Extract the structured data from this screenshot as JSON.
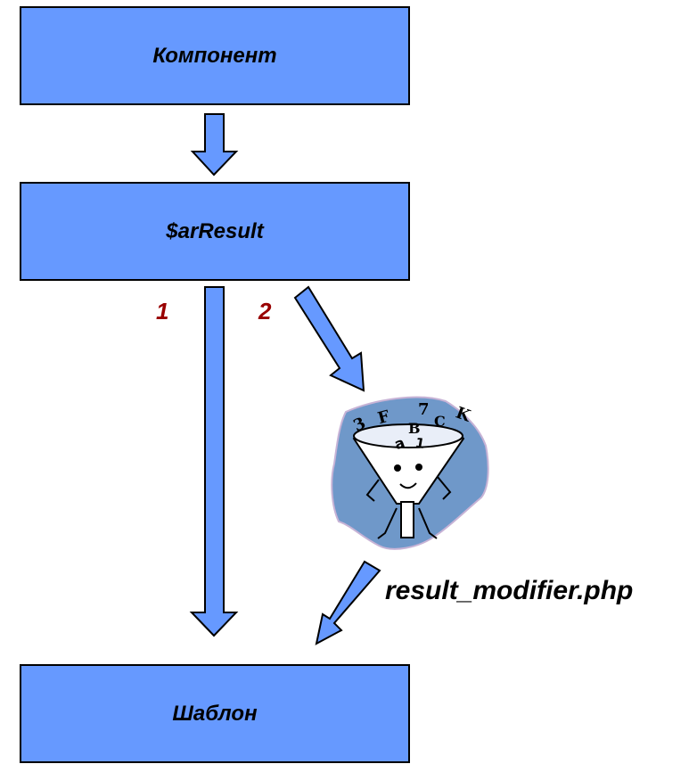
{
  "boxes": {
    "component": "Компонент",
    "arresult": "$arResult",
    "template": "Шаблон"
  },
  "paths": {
    "path_1": "1",
    "path_2": "2"
  },
  "modifier": {
    "file_label": "result_modifier.php",
    "illustration": "funnel-filter-clipart",
    "symbols": [
      "3",
      "F",
      "7",
      "B",
      "C",
      "K",
      "a",
      "1"
    ]
  },
  "colors": {
    "box_fill": "#6699ff",
    "arrow_fill": "#6699ff",
    "outline": "#000000",
    "number_color": "#990000",
    "blob_fill": "#6f98c9"
  }
}
